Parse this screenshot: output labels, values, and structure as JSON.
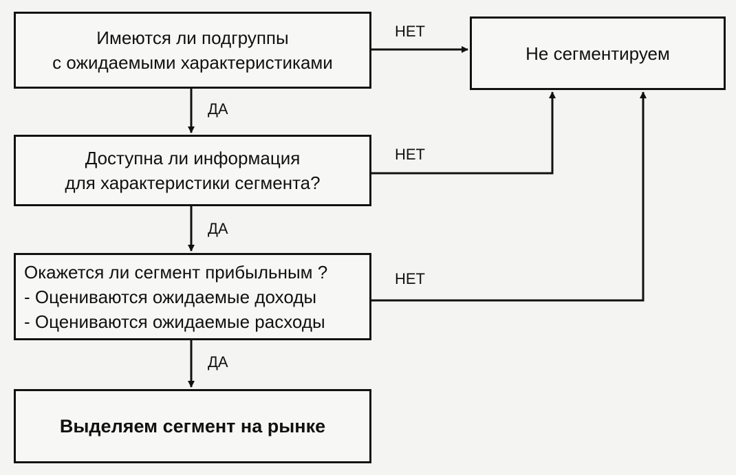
{
  "q1": {
    "lines": [
      "Имеются ли подгруппы",
      "с ожидаемыми характеристиками"
    ]
  },
  "no_segment": {
    "text": "Не сегментируем"
  },
  "q2": {
    "lines": [
      "Доступна ли информация",
      "для характеристики сегмента?"
    ]
  },
  "q3": {
    "lines": [
      "Окажется ли сегмент прибыльным ?",
      "- Оцениваются ожидаемые доходы",
      "- Оцениваются ожидаемые расходы"
    ]
  },
  "result": {
    "text": "Выделяем сегмент на рынке"
  },
  "edge_labels": {
    "no_1": "НЕТ",
    "no_2": "НЕТ",
    "no_3": "НЕТ",
    "yes_1": "ДА",
    "yes_2": "ДА",
    "yes_3": "ДА"
  }
}
